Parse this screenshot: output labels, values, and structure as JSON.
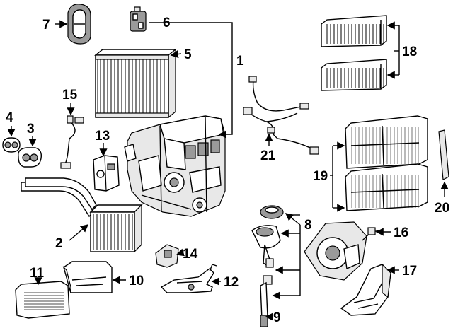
{
  "diagram": {
    "callouts": [
      {
        "id": "c1",
        "label": "1"
      },
      {
        "id": "c2",
        "label": "2"
      },
      {
        "id": "c3",
        "label": "3"
      },
      {
        "id": "c4",
        "label": "4"
      },
      {
        "id": "c5",
        "label": "5"
      },
      {
        "id": "c6",
        "label": "6"
      },
      {
        "id": "c7",
        "label": "7"
      },
      {
        "id": "c8",
        "label": "8"
      },
      {
        "id": "c9",
        "label": "9"
      },
      {
        "id": "c10",
        "label": "10"
      },
      {
        "id": "c11",
        "label": "11"
      },
      {
        "id": "c12",
        "label": "12"
      },
      {
        "id": "c13",
        "label": "13"
      },
      {
        "id": "c14",
        "label": "14"
      },
      {
        "id": "c15",
        "label": "15"
      },
      {
        "id": "c16",
        "label": "16"
      },
      {
        "id": "c17",
        "label": "17"
      },
      {
        "id": "c18",
        "label": "18"
      },
      {
        "id": "c19",
        "label": "19"
      },
      {
        "id": "c20",
        "label": "20"
      },
      {
        "id": "c21",
        "label": "21"
      }
    ],
    "colors": {
      "line": "#000000",
      "background": "#ffffff",
      "shade": "#9a9a9a"
    }
  }
}
